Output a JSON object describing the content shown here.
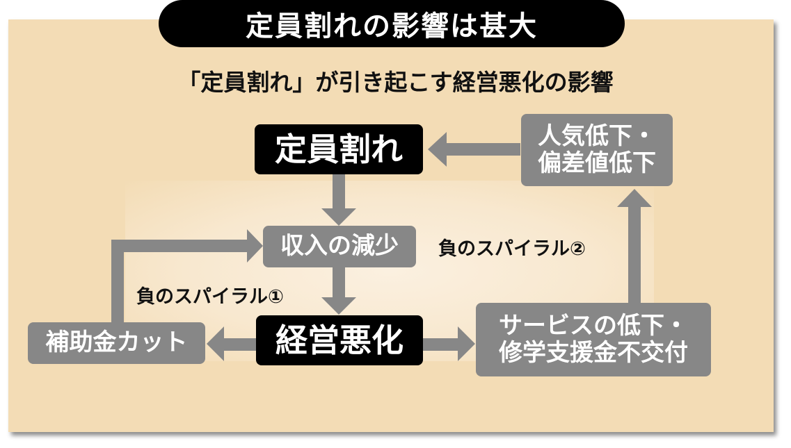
{
  "header": {
    "title": "定員割れの影響は甚大",
    "subtitle": "「定員割れ」が引き起こす経営悪化の影響"
  },
  "nodes": {
    "teiin_ware": "定員割れ",
    "shunyu_gensho": "収入の減少",
    "keiei_akka": "経営悪化",
    "hojokin_cut": "補助金カット",
    "service_line1": "サービスの低下・",
    "service_line2": "修学支援金不交付",
    "ninki_line1": "人気低下・",
    "ninki_line2": "偏差値低下"
  },
  "labels": {
    "spiral1": "負のスパイラル①",
    "spiral2": "負のスパイラル②"
  },
  "colors": {
    "panel": "#f3dcb5",
    "arrow": "#878787",
    "gray_box": "#878787",
    "black_box": "#000000"
  }
}
